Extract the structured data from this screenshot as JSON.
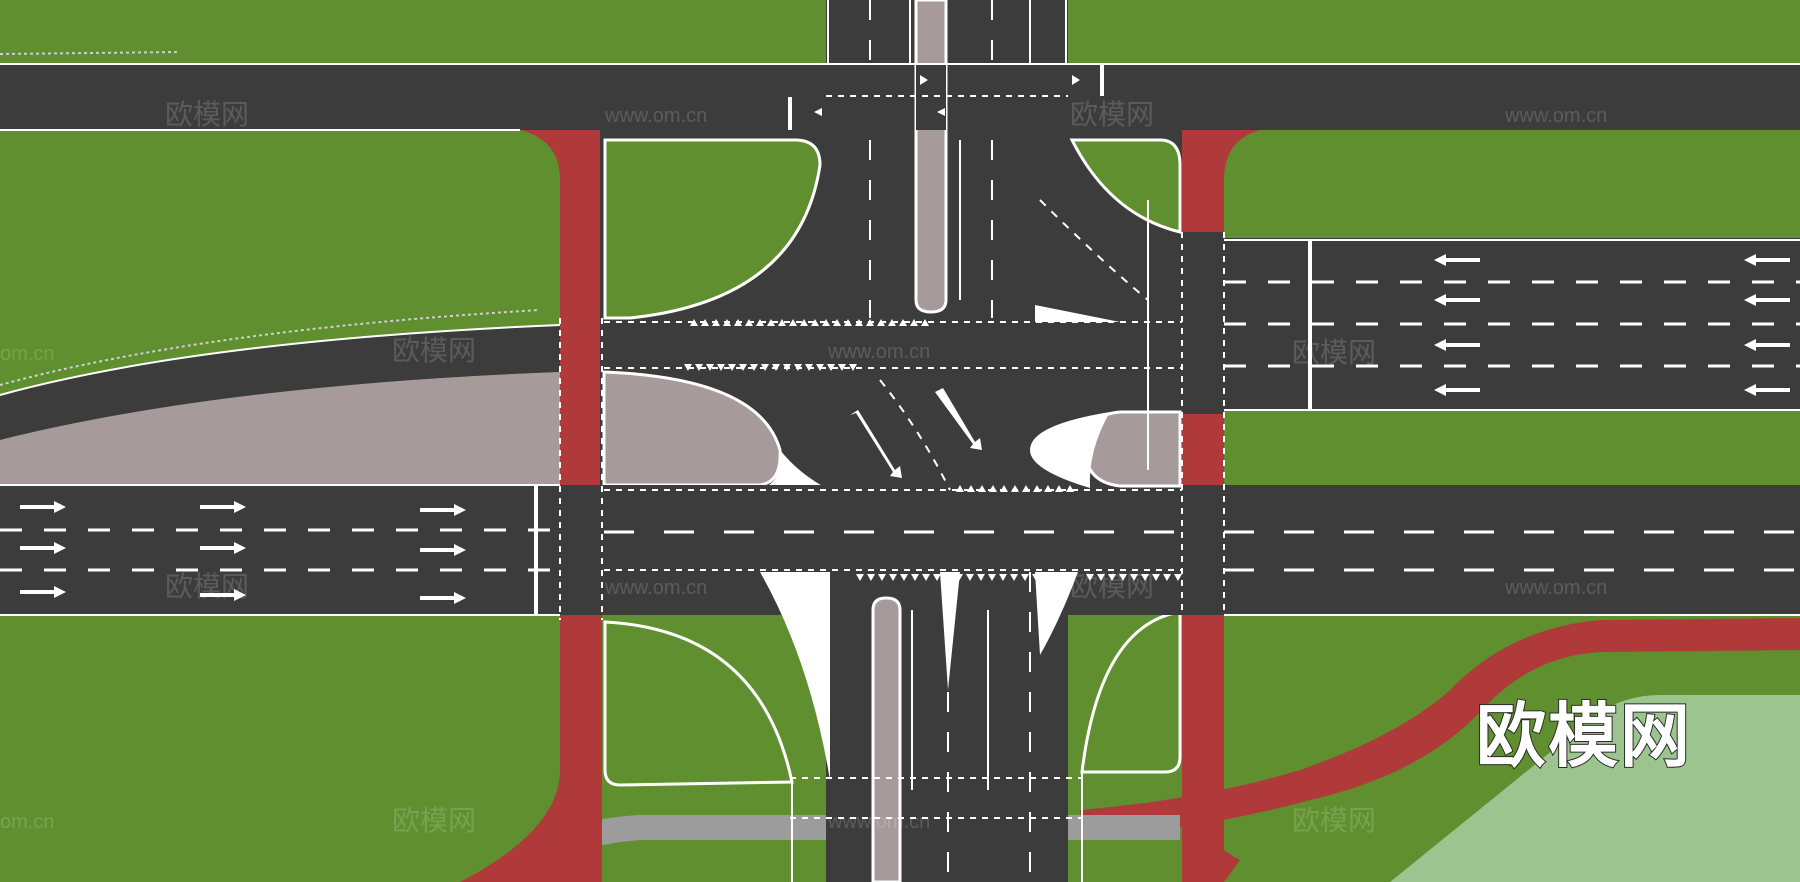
{
  "scene": {
    "title": "",
    "watermark_text": "欧模网",
    "watermark_url": "www.om.cn",
    "watermark_url_partial": "om.cn",
    "brand_logo_text": "欧模网"
  },
  "colors": {
    "grass": "#5f8f2e",
    "asphalt": "#3c3c3c",
    "median": "#a79a9a",
    "bike_lane": "#b03a3a",
    "marking": "#ffffff",
    "light_area": "#9cc48f"
  },
  "icons": {
    "lane_arrow": "lane-arrow-icon",
    "yield_triangle": "yield-triangle-icon"
  }
}
